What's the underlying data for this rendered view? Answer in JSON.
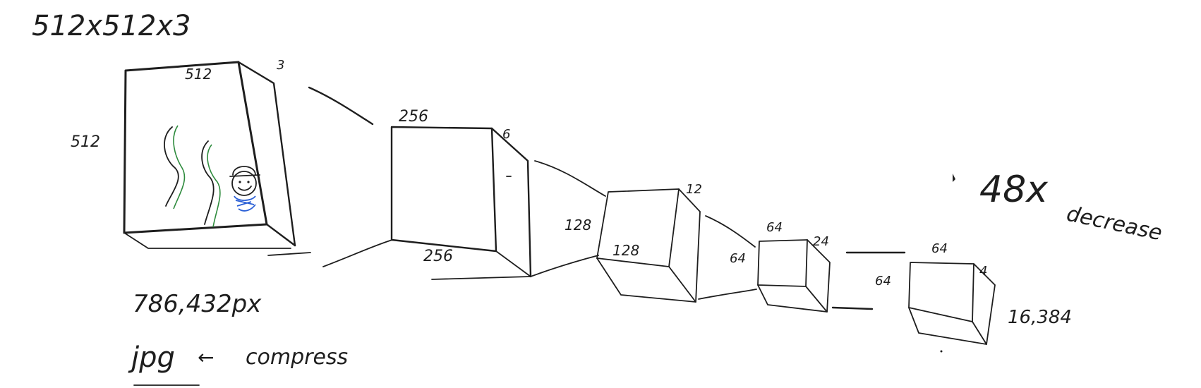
{
  "title": "512x512x3",
  "input_block": {
    "top_label": "512",
    "left_label": "512",
    "depth_label": "3",
    "pixel_count": "786,432px"
  },
  "block2": {
    "top_label": "256",
    "bottom_label": "256",
    "depth_label": "6"
  },
  "block3": {
    "left_label": "128",
    "front_label": "128",
    "depth_label": "12"
  },
  "block4": {
    "top_label": "64",
    "left_label": "64",
    "depth_label": "24"
  },
  "latent_block": {
    "top_label": "64",
    "left_label": "64",
    "depth_label": "4",
    "value_count": "16,384"
  },
  "compression_note": {
    "jpg_label": "jpg",
    "arrow": "←",
    "compress_label": "compress"
  },
  "decrease_note": {
    "factor": "48x",
    "word": "decrease"
  },
  "colors": {
    "ink": "#1e1e1e",
    "green": "#2e8b3d",
    "blue": "#2a5fd6"
  }
}
